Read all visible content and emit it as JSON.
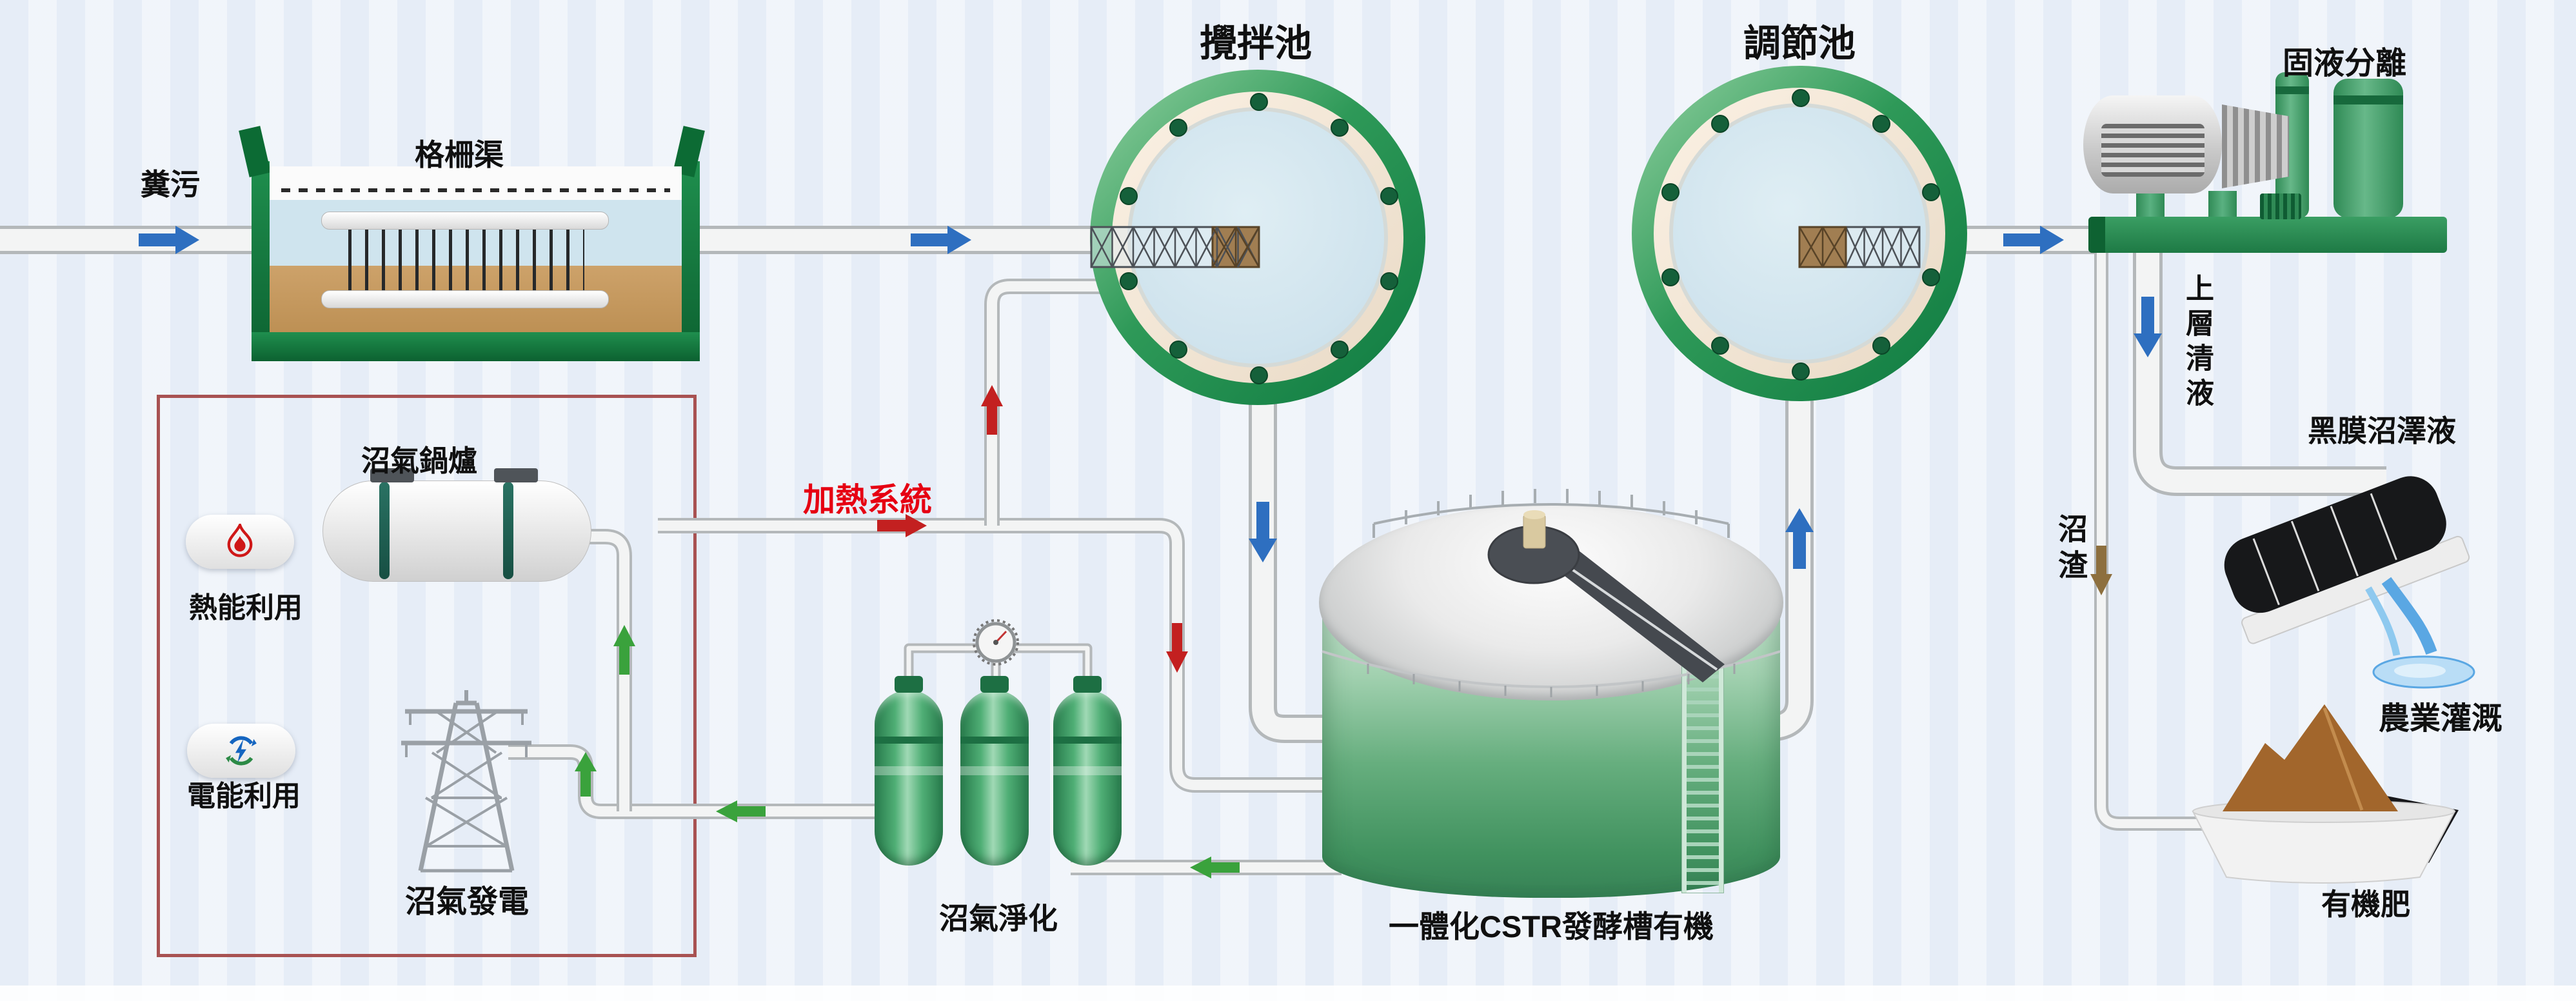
{
  "labels": {
    "inlet": "糞污",
    "screen_channel": "格柵渠",
    "mixing_pool": "攪拌池",
    "regulation_pool": "調節池",
    "solid_liquid_separation": "固液分離",
    "supernatant": "上層清液",
    "black_membrane_pond": "黑膜沼澤液",
    "agricultural_irrigation": "農業灌溉",
    "biogas_residue": "沼渣",
    "organic_fertilizer": "有機肥",
    "cstr_tank": "一體化CSTR發酵槽有機",
    "biogas_purification": "沼氣淨化",
    "biogas_boiler": "沼氣鍋爐",
    "biogas_power": "沼氣發電",
    "thermal_energy_use": "熱能利用",
    "electric_energy_use": "電能利用",
    "heating_system": "加熱系統"
  },
  "icons": {
    "thermal": "flame-icon",
    "electric": "electric-bolt-icon",
    "gauge": "pressure-gauge-icon"
  },
  "colors": {
    "background": "#e6edf7",
    "tank_green": "#2e9958",
    "pipe_grey": "#f2f3f3",
    "energy_box_border": "#a85252",
    "heating_label_red": "#e60012",
    "liquid_flow_arrow": "#2e6fc0",
    "gas_flow_arrow": "#3aa23c",
    "heat_flow_arrow": "#c32020",
    "residue_flow_arrow": "#8d6f3e"
  }
}
